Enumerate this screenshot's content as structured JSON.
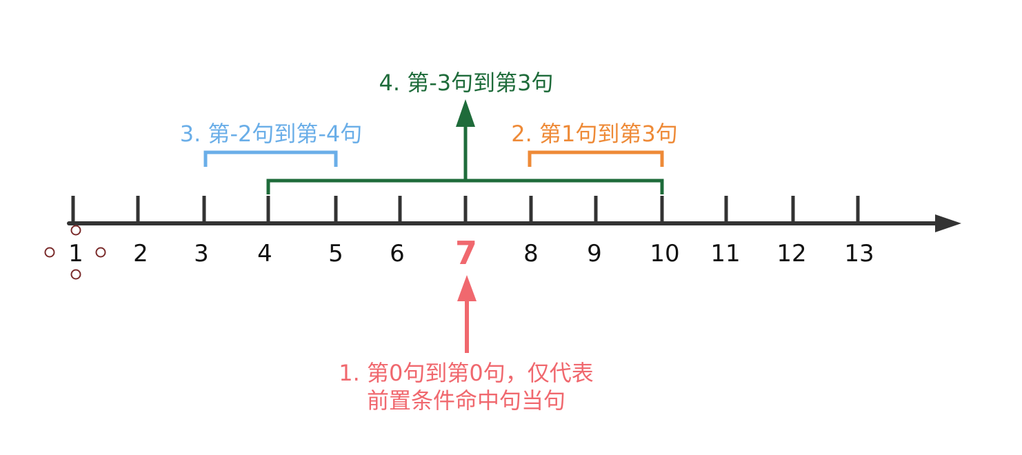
{
  "colors": {
    "axis": "#333333",
    "tick_label": "#111111",
    "highlight": "#f0686e",
    "green": "#1e6b3a",
    "blue": "#6aaee8",
    "orange": "#ee8a37",
    "handle": "#7a2b2b"
  },
  "axis": {
    "ticks": [
      "1",
      "2",
      "3",
      "4",
      "5",
      "6",
      "7",
      "8",
      "9",
      "10",
      "11",
      "12",
      "13"
    ],
    "highlighted_tick": "7"
  },
  "annotations": {
    "a1_line1": "1. 第0句到第0句，仅代表",
    "a1_line2": "前置条件命中句当句",
    "a2": "2. 第1句到第3句",
    "a3": "3. 第-2句到第-4句",
    "a4": "4. 第-3句到第3句"
  }
}
